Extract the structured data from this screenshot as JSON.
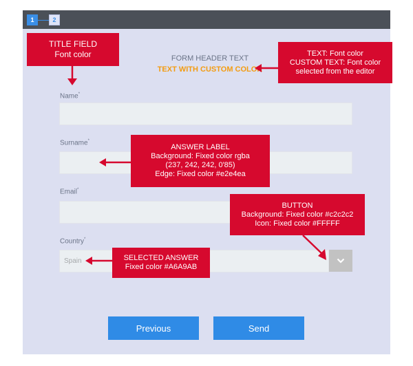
{
  "steps": [
    {
      "label": "1",
      "active": true
    },
    {
      "label": "2",
      "active": false
    }
  ],
  "header": {
    "text": "FORM HEADER TEXT",
    "custom_text": "TEXT WITH CUSTOM COLOR"
  },
  "fields": {
    "name": {
      "label": "Name",
      "required": "*",
      "value": ""
    },
    "surname": {
      "label": "Surname",
      "required": "*",
      "value": ""
    },
    "email": {
      "label": "Email",
      "required": "*",
      "value": ""
    },
    "country": {
      "label": "Country",
      "required": "*",
      "selected": "Spain"
    }
  },
  "buttons": {
    "previous": "Previous",
    "send": "Send"
  },
  "annotations": {
    "title_field": [
      "TITLE FIELD",
      "Font color"
    ],
    "text": [
      "TEXT: Font color",
      "CUSTOM TEXT: Font color",
      "selected from the editor"
    ],
    "answer_label": [
      "ANSWER LABEL",
      "Background: Fixed color rgba",
      "(237, 242, 242, 0'85)",
      "Edge: Fixed color #e2e4ea"
    ],
    "button": [
      "BUTTON",
      "Background: Fixed color #c2c2c2",
      "Icon: Fixed color #FFFFF"
    ],
    "selected_answer": [
      "SELECTED ANSWER",
      "Fixed color #A6A9AB"
    ]
  },
  "colors": {
    "annotation": "#d6092e",
    "primary_button": "#2f8be6",
    "custom_text": "#f39c12",
    "dropdown_button": "#c2c2c2",
    "selected_answer": "#A6A9AB"
  },
  "icons": {
    "dropdown": "chevron-down-icon"
  }
}
